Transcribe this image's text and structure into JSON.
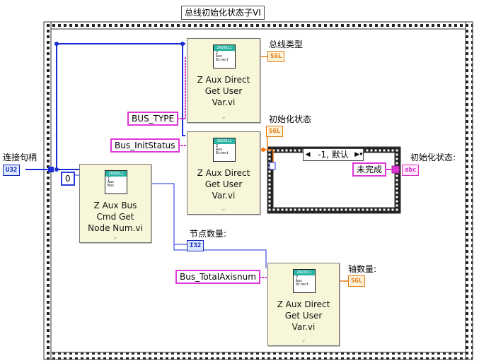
{
  "window": {
    "title": "总线初始化状态子VI"
  },
  "inputs": {
    "handle_label": "连接句柄",
    "handle_type": "U32",
    "zero_const": "0"
  },
  "string_constants": {
    "bus_type": "BUS_TYPE",
    "bus_init_status": "Bus_InitStatus",
    "bus_total_axisnum": "Bus_TotalAxisnum"
  },
  "vis": [
    {
      "name": "Z Aux Direct Get User Var.vi",
      "line1": "Z Aux Direct",
      "line2": "Get User",
      "line3": "Var.vi",
      "icon_header": "ZAUXDLL",
      "icon_text": "Z\nAux\nDirect"
    },
    {
      "name": "Z Aux Direct Get User Var.vi",
      "line1": "Z Aux Direct",
      "line2": "Get User",
      "line3": "Var.vi",
      "icon_header": "ZAUXDLL",
      "icon_text": "Z\nAux\nDirect"
    },
    {
      "name": "Z Aux Bus Cmd Get Node Num.vi",
      "line1": "Z Aux Bus",
      "line2": "Cmd Get",
      "line3": "Node Num.vi",
      "icon_header": "ZAUXDLL",
      "icon_text": "Z\nAux\nBus"
    },
    {
      "name": "Z Aux Direct Get User Var.vi",
      "line1": "Z Aux Direct",
      "line2": "Get User",
      "line3": "Var.vi",
      "icon_header": "ZAUXDLL",
      "icon_text": "Z\nAux\nDirect"
    }
  ],
  "outputs": {
    "bus_type_label": "总线类型",
    "init_status_label": "初始化状态",
    "node_count_label": "节点数量:",
    "axis_count_label": "轴数量:",
    "init_state_label": "初始化状态:",
    "sgl": "SGL",
    "i32": "I32",
    "abc": "abc"
  },
  "case_structure": {
    "selector_value": "-1, 默认",
    "string_const": "未完成"
  },
  "colors": {
    "wire_u32": "#1a2cd6",
    "wire_string": "#e038d8",
    "wire_sgl": "#ee7a10",
    "vi_background": "#f8f6d8"
  }
}
